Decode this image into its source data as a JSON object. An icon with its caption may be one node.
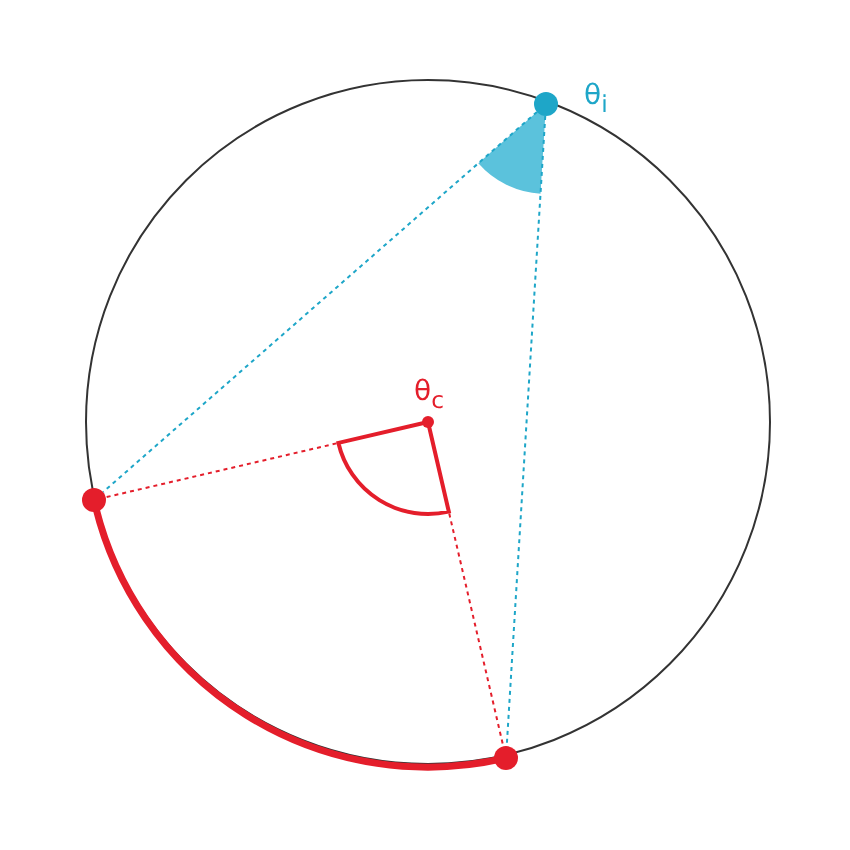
{
  "diagram": {
    "nodes": [
      {
        "text": [],
        "shape": "circle",
        "beside": [
          "θ$_{i}$"
        ]
      },
      {
        "text": [],
        "shape": "circle",
        "beside": [
          "θ$_{c}$"
        ]
      },
      {
        "text": [],
        "shape": "circle"
      },
      {
        "text": [],
        "shape": "circle"
      }
    ],
    "edges": [
      {
        "from": 0,
        "to": 2,
        "arrow": "none",
        "style": "dashed",
        "color": "#1ea6c8"
      },
      {
        "from": 0,
        "to": 3,
        "arrow": "none",
        "style": "dashed",
        "color": "#1ea6c8"
      },
      {
        "from": 1,
        "to": 2,
        "arrow": "none",
        "style": "dashed",
        "color": "#e41e2b"
      },
      {
        "from": 1,
        "to": 3,
        "arrow": "none",
        "style": "dashed",
        "color": "#e41e2b"
      },
      {
        "from": 2,
        "to": 3,
        "arrow": "none",
        "style": "thick",
        "color": "#e41e2b"
      }
    ]
  }
}
